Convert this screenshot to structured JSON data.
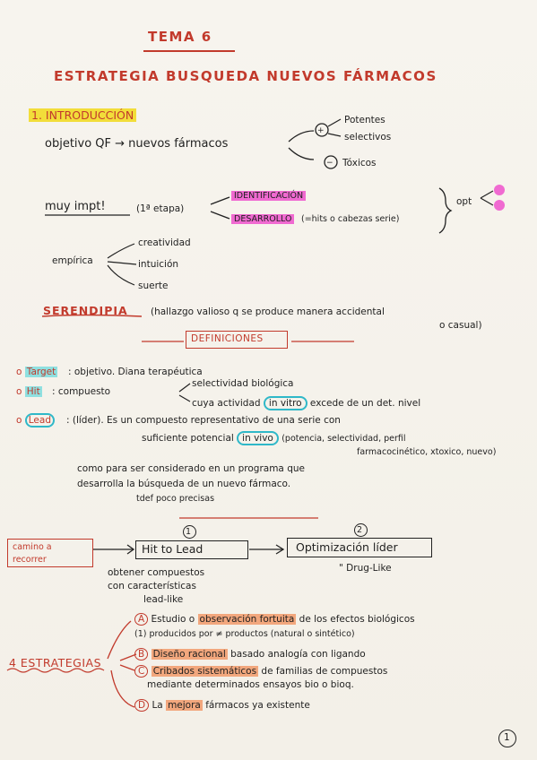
{
  "title": "TEMA 6",
  "subtitle": "ESTRATEGIA BUSQUEDA NUEVOS FÁRMACOS",
  "section1": "1. INTRODUCCIÓN",
  "objetivo": "objetivo QF → nuevos fármacos",
  "plus_branch": [
    "Potentes",
    "selectivos"
  ],
  "minus_branch": "Tóxicos",
  "muy_impt": "muy impt!",
  "etapa": "(1ª etapa)",
  "identificacion": "IDENTIFICACIÓN",
  "desarrollo": "DESARROLLO",
  "desarrollo_note": "(=hits o cabezas serie)",
  "opt": "opt",
  "empirica": "empírica",
  "empirica_items": [
    "creatividad",
    "intuición",
    "suerte"
  ],
  "serendipia": "SERENDIPIA",
  "serendipia_desc_1": "(hallazgo valioso q se produce manera accidental",
  "serendipia_desc_2": "o casual)",
  "definiciones": "DEFINICIONES",
  "target_label": "Target",
  "target_def": ": objetivo. Diana terapéutica",
  "hit_label": "Hit",
  "hit_def": ": compuesto",
  "hit_sub1": "selectividad biológica",
  "hit_sub2a": "cuya actividad",
  "hit_sub2b": "in vitro",
  "hit_sub2c": "excede de un det. nivel",
  "lead_label": "Lead",
  "lead_def": ": (líder). Es un compuesto representativo de una serie con",
  "lead_line2a": "suficiente potencial",
  "lead_line2b": "in vivo",
  "lead_line2c": "(potencia, selectividad, perfil",
  "lead_line3": "farmacocinético, xtoxico, nuevo)",
  "lead_line4": "como para ser considerado en un programa que",
  "lead_line5": "desarrolla la búsqueda de un nuevo fármaco.",
  "lead_line6": "tdef poco precisas",
  "camino": [
    "camino a",
    "recorrer"
  ],
  "step1_num": "1",
  "step2_num": "2",
  "hit_to_lead": "Hit to Lead",
  "optimizacion": "Optimización líder",
  "drug_like": "\" Drug-Like",
  "obtener": [
    "obtener compuestos",
    "con características",
    "lead-like"
  ],
  "estrategias": "4 ESTRATEGIAS",
  "estrategias_items": [
    {
      "letter": "A",
      "text_a": "Estudio",
      "hl": "observación fortuita",
      "text_b": "de los efectos biológicos"
    },
    {
      "letter": "",
      "text_a": "(1) producidos por ≠ productos (natural o sintético)",
      "hl": "",
      "text_b": ""
    },
    {
      "letter": "B",
      "text_a": "",
      "hl": "Diseño racional",
      "text_b": "basado analogía con ligando"
    },
    {
      "letter": "C",
      "text_a": "",
      "hl": "Cribados sistemáticos",
      "text_b": "de familias de compuestos"
    },
    {
      "letter": "",
      "text_a": "mediante determinados ensayos bio o bioq.",
      "hl": "",
      "text_b": ""
    },
    {
      "letter": "D",
      "text_a": "La",
      "hl": "mejora",
      "text_b": "fármacos ya existente"
    }
  ],
  "page_number": "1"
}
